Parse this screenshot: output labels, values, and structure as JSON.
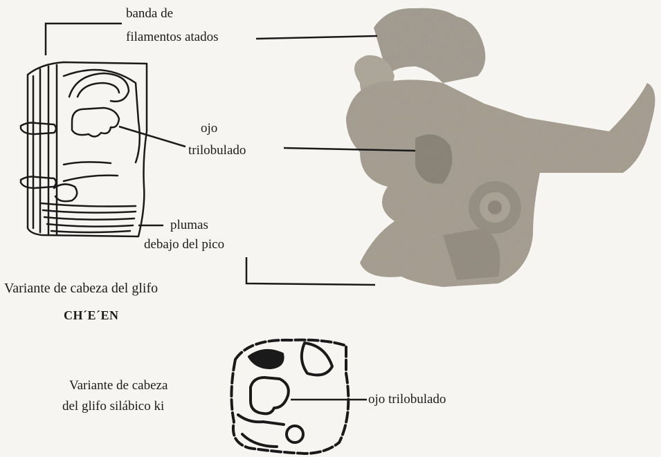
{
  "labels": {
    "band_line1": "banda de",
    "band_line2": "filamentos atados",
    "eye_line1": "ojo",
    "eye_line2": "trilobulado",
    "feathers_line1": "plumas",
    "feathers_line2": "debajo del pico",
    "ki_eye": "ojo trilobulado"
  },
  "captions": {
    "chen_caption": "Variante de cabeza del glifo",
    "chen_name": "CH´E´EN",
    "ki_line1": "Variante de cabeza",
    "ki_line2": "del glifo silábico ki"
  }
}
